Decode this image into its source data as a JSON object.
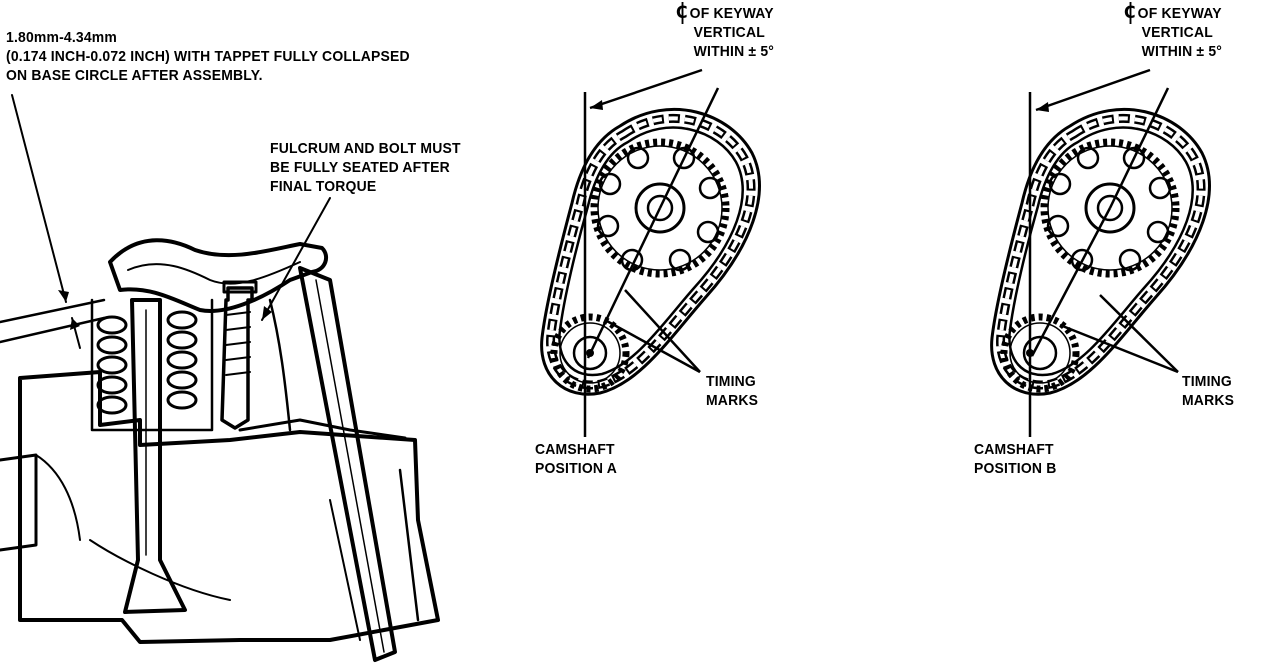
{
  "callouts": {
    "clearance": {
      "line1": "1.80mm-4.34mm",
      "line2": "(0.174 INCH-0.072 INCH) WITH TAPPET FULLY COLLAPSED",
      "line3": "ON BASE CIRCLE AFTER ASSEMBLY."
    },
    "fulcrum": {
      "line1": "FULCRUM AND BOLT MUST",
      "line2": "BE FULLY SEATED AFTER",
      "line3": "FINAL TORQUE"
    },
    "keyway_a": {
      "symbol": "C",
      "line1": "OF KEYWAY",
      "line2": "VERTICAL",
      "line3": "WITHIN  ± 5°"
    },
    "keyway_b": {
      "symbol": "C",
      "line1": "OF KEYWAY",
      "line2": "VERTICAL",
      "line3": "WITHIN  ± 5°"
    },
    "timing_a": {
      "line1": "TIMING",
      "line2": "MARKS"
    },
    "timing_b": {
      "line1": "TIMING",
      "line2": "MARKS"
    },
    "camshaft_a": {
      "line1": "CAMSHAFT",
      "line2": "POSITION A"
    },
    "camshaft_b": {
      "line1": "CAMSHAFT",
      "line2": "POSITION B"
    }
  },
  "colors": {
    "ink": "#000000",
    "paper": "#ffffff"
  }
}
